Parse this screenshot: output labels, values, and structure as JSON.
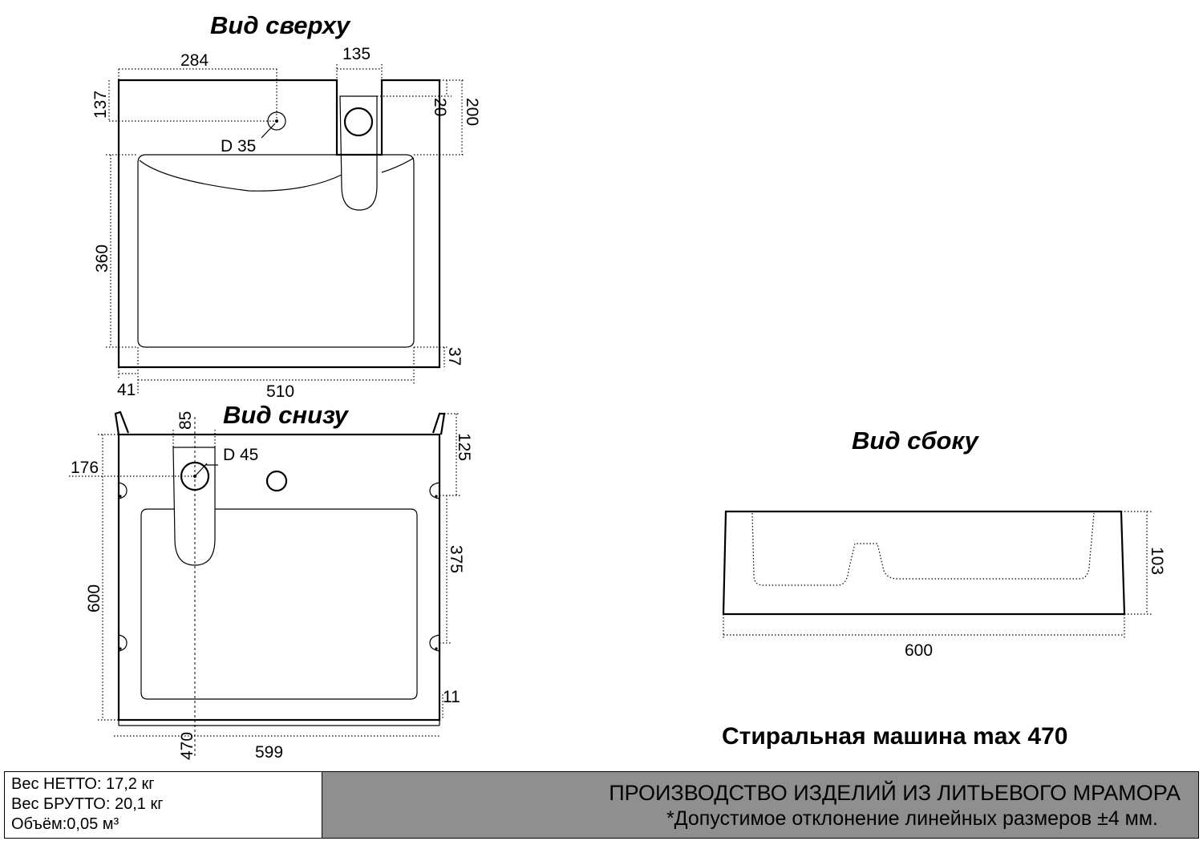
{
  "titles": {
    "top_view": "Вид сверху",
    "bottom_view": "Вид снизу",
    "side_view": "Вид сбоку"
  },
  "top_view_dims": {
    "tap_offset": "284",
    "outlet_width": "135",
    "tap_depth": "137",
    "hole_label": "D 35",
    "edge_20": "20",
    "back_200": "200",
    "bowl_depth": "360",
    "front_37": "37",
    "side_41": "41",
    "bowl_width": "510"
  },
  "bottom_view_dims": {
    "outlet_85": "85",
    "hole_label": "D 45",
    "offset_176": "176",
    "dim_125": "125",
    "dim_375": "375",
    "depth_600": "600",
    "dim_11": "11",
    "dim_470": "470",
    "width_599": "599"
  },
  "side_view_dims": {
    "height": "103",
    "length": "600"
  },
  "washing_machine_note": "Стиральная машина max 470",
  "specs": {
    "net_weight": "Вес НЕТТО: 17,2 кг",
    "gross_weight": "Вес БРУТТО: 20,1 кг",
    "volume": "Объём:0,05 м³"
  },
  "footer": {
    "company_line": "ПРОИЗВОДСТВО ИЗДЕЛИЙ ИЗ ЛИТЬЕВОГО МРАМОРА",
    "tolerance_line": "*Допустимое отклонение линейных размеров ±4 мм."
  }
}
